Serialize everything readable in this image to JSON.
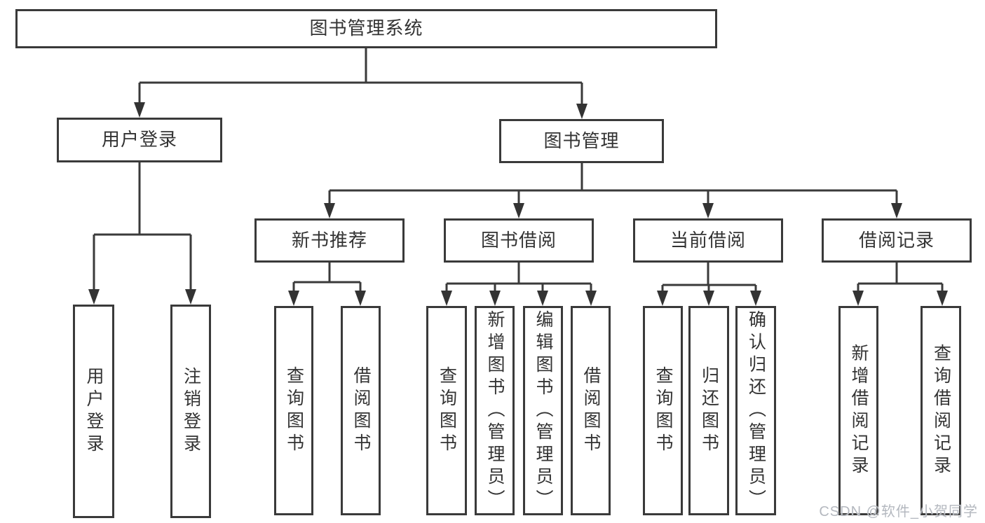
{
  "tree": {
    "root": "图书管理系统",
    "children": [
      {
        "label": "用户登录",
        "children": [
          "用户登录",
          "注销登录"
        ]
      },
      {
        "label": "图书管理",
        "children": [
          {
            "label": "新书推荐",
            "children": [
              "查询图书",
              "借阅图书"
            ]
          },
          {
            "label": "图书借阅",
            "children": [
              "查询图书",
              "新增图书（管理员）",
              "编辑图书（管理员）",
              "借阅图书"
            ]
          },
          {
            "label": "当前借阅",
            "children": [
              "查询图书",
              "归还图书",
              "确认归还（管理员）"
            ]
          },
          {
            "label": "借阅记录",
            "children": [
              "新增借阅记录",
              "查询借阅记录"
            ]
          }
        ]
      }
    ]
  },
  "watermark": {
    "text": "CSDN @软件_小贺同学"
  },
  "colors": {
    "line": "#3a3a3a",
    "text": "#333333",
    "background": "#ffffff",
    "watermark": "#b4b8bf"
  }
}
